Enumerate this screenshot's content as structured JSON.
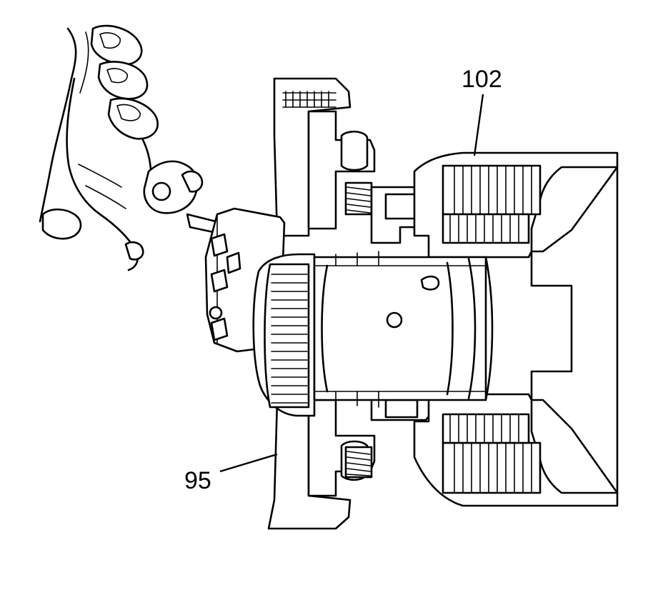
{
  "diagram": {
    "callouts": [
      {
        "id": "c102",
        "label": "102"
      },
      {
        "id": "c95",
        "label": "95"
      }
    ],
    "colors": {
      "line": "#000000",
      "background": "#ffffff"
    }
  }
}
